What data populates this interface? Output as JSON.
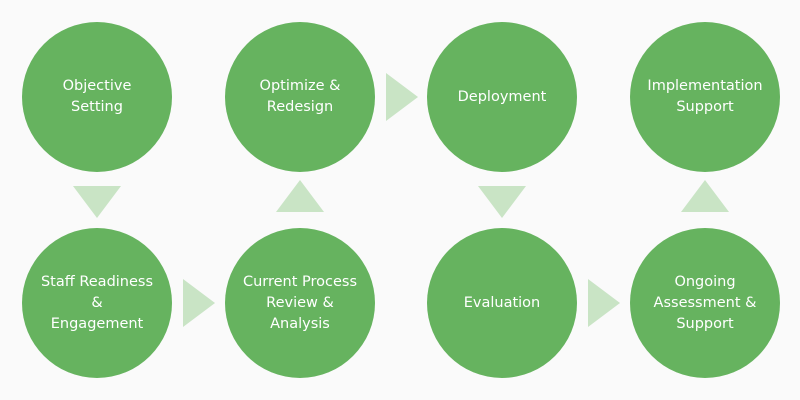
{
  "colors": {
    "circle_fill": "#66b35f",
    "arrow_fill": "#c9e4c5",
    "label_text": "#ffffff",
    "background": "#fafafa"
  },
  "steps": [
    {
      "label": "Objective\nSetting"
    },
    {
      "label": "Staff Readiness\n&\nEngagement"
    },
    {
      "label": "Current Process\nReview &\nAnalysis"
    },
    {
      "label": "Optimize &\nRedesign"
    },
    {
      "label": "Deployment"
    },
    {
      "label": "Evaluation"
    },
    {
      "label": "Ongoing\nAssessment &\nSupport"
    },
    {
      "label": "Implementation\nSupport"
    }
  ],
  "arrows": [
    {
      "from": "Objective Setting",
      "to": "Staff Readiness & Engagement",
      "direction": "down"
    },
    {
      "from": "Staff Readiness & Engagement",
      "to": "Current Process Review & Analysis",
      "direction": "right"
    },
    {
      "from": "Current Process Review & Analysis",
      "to": "Optimize & Redesign",
      "direction": "up"
    },
    {
      "from": "Optimize & Redesign",
      "to": "Deployment",
      "direction": "right"
    },
    {
      "from": "Deployment",
      "to": "Evaluation",
      "direction": "down"
    },
    {
      "from": "Evaluation",
      "to": "Ongoing Assessment & Support",
      "direction": "right"
    },
    {
      "from": "Ongoing Assessment & Support",
      "to": "Implementation Support",
      "direction": "up"
    }
  ]
}
